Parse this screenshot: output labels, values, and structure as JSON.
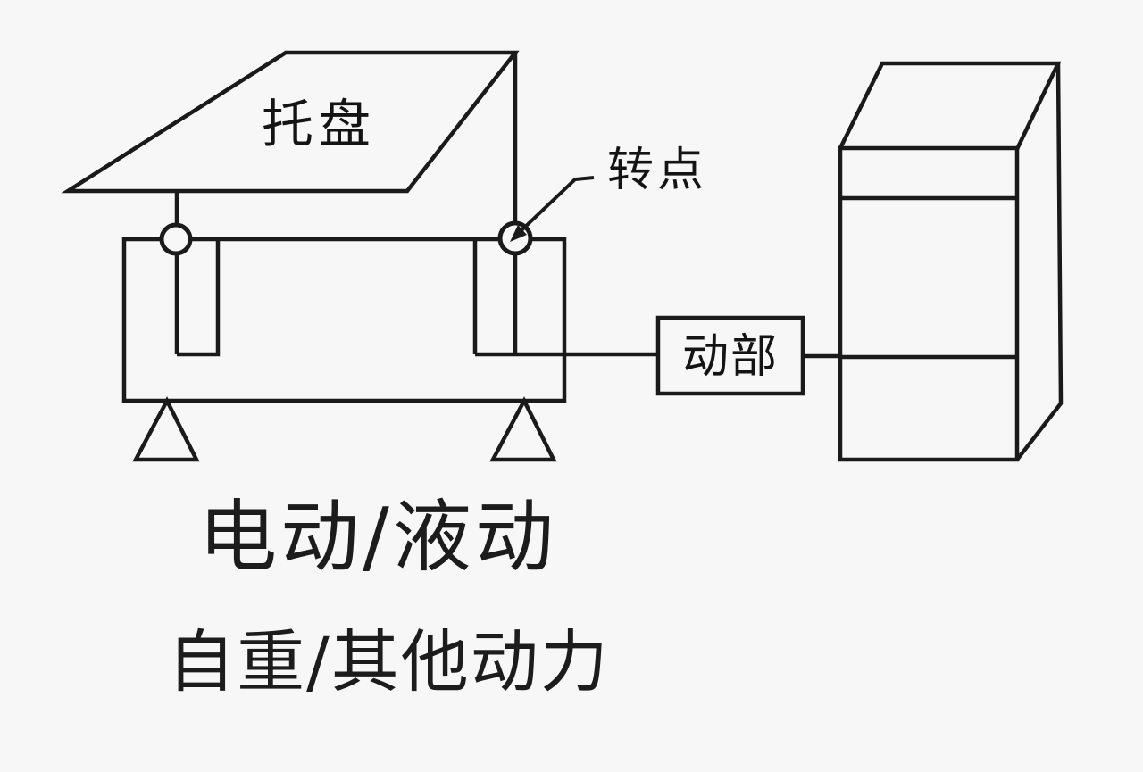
{
  "diagram": {
    "labels": {
      "tray": "托盘",
      "pivot": "转点",
      "drive": "动部"
    },
    "annotations": {
      "power_line1": "电动/液动",
      "power_line2": "自重/其他动力"
    },
    "colors": {
      "background": "#f7f7f7",
      "line": "#1a1a1a",
      "text": "#141414"
    }
  }
}
